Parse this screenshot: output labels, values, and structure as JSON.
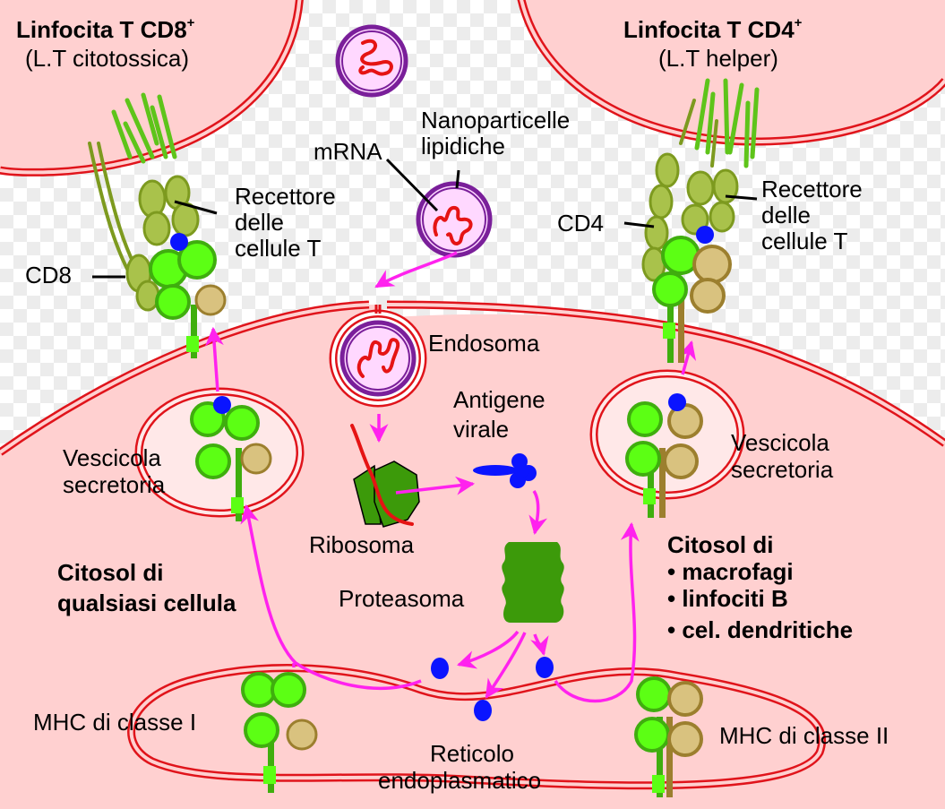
{
  "diagram": {
    "title": "Presentazione dell'antigene da vaccino a mRNA",
    "cells": {
      "cd8_cell": {
        "title": "Linfocita T CD8",
        "superscript": "+",
        "subtitle": "(L.T citotossica)"
      },
      "cd4_cell": {
        "title": "Linfocita T CD4",
        "superscript": "+",
        "subtitle": "(L.T helper)"
      }
    },
    "labels": {
      "mrna": "mRNA",
      "nanoparticles_line1": "Nanoparticelle",
      "nanoparticles_line2": "lipidiche",
      "tcr_left_line1": "Recettore",
      "tcr_left_line2": "delle",
      "tcr_left_line3": "cellule T",
      "tcr_right_line1": "Recettore",
      "tcr_right_line2": "delle",
      "tcr_right_line3": "cellule T",
      "cd8": "CD8",
      "cd4": "CD4",
      "endosome": "Endosoma",
      "antigen_line1": "Antigene",
      "antigen_line2": "virale",
      "ribosome": "Ribosoma",
      "proteasome": "Proteasoma",
      "vesicle_left_line1": "Vescicola",
      "vesicle_left_line2": "secretoria",
      "vesicle_right_line1": "Vescicola",
      "vesicle_right_line2": "secretoria",
      "cytosol_left_line1": "Citosol di",
      "cytosol_left_line2": "qualsiasi cellula",
      "cytosol_right_title": "Citosol di",
      "cytosol_right_items": [
        "• macrofagi",
        "• linfociti B",
        "• cel. dendritiche"
      ],
      "mhc1": "MHC di classe I",
      "mhc2": "MHC di classe II",
      "er_line1": "Reticolo",
      "er_line2": "endoplasmatico"
    },
    "colors": {
      "cell_fill": "#ffd0d0",
      "membrane": "#e0141b",
      "arrow": "#ff22ee",
      "mhc_green": "#5cff14",
      "mhc_green_dark": "#3fae0e",
      "tan": "#d9c27f",
      "tan_dark": "#9c7f2e",
      "olive": "#a9c24b",
      "olive_dark": "#7d9a1f",
      "antigen_blue": "#0a14ff",
      "organelle_green": "#3c9a0a",
      "lnp_purple": "#7a1f9a",
      "lnp_fill": "#ffd8ff",
      "checker": "#ececec"
    }
  }
}
